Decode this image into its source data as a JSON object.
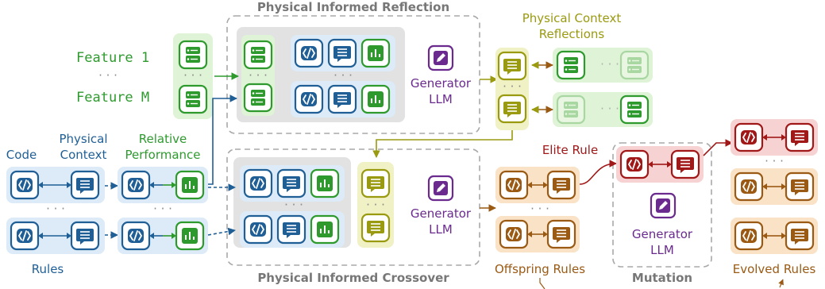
{
  "titles": {
    "reflection": "Physical Informed Reflection",
    "crossover": "Physical Informed Crossover",
    "mutation": "Mutation"
  },
  "features": {
    "first": "Feature 1",
    "last": "Feature M",
    "dots": "· · ·"
  },
  "inputs": {
    "code": "Code",
    "physical_context_line1": "Physical",
    "physical_context_line2": "Context",
    "relative_line1": "Relative",
    "relative_line2": "Performance",
    "rules": "Rules"
  },
  "generator": {
    "line1": "Generator",
    "line2": "LLM"
  },
  "reflections": {
    "line1": "Physical Context",
    "line2": "Reflections"
  },
  "outputs": {
    "elite_rule": "Elite Rule",
    "offspring_rules": "Offspring Rules",
    "evolved_rules": "Evolved Rules"
  },
  "colors": {
    "blue": "#1f5f96",
    "blue_fill": "#dcebf7",
    "green": "#2e9a2e",
    "green_fill": "#dff3d6",
    "olive": "#9a9a10",
    "olive_fill": "#f1f1c6",
    "orange": "#9a5a14",
    "orange_fill": "#f9e2c6",
    "red": "#a01818",
    "red_fill": "#f7d2d2",
    "purple": "#6a2a8e",
    "gray_fill": "#e2e2e2",
    "gray_border": "#a8a8a8"
  },
  "icons": [
    "code-icon",
    "chat-icon",
    "bar-chart-icon",
    "feature-list-icon",
    "pencil-icon"
  ]
}
